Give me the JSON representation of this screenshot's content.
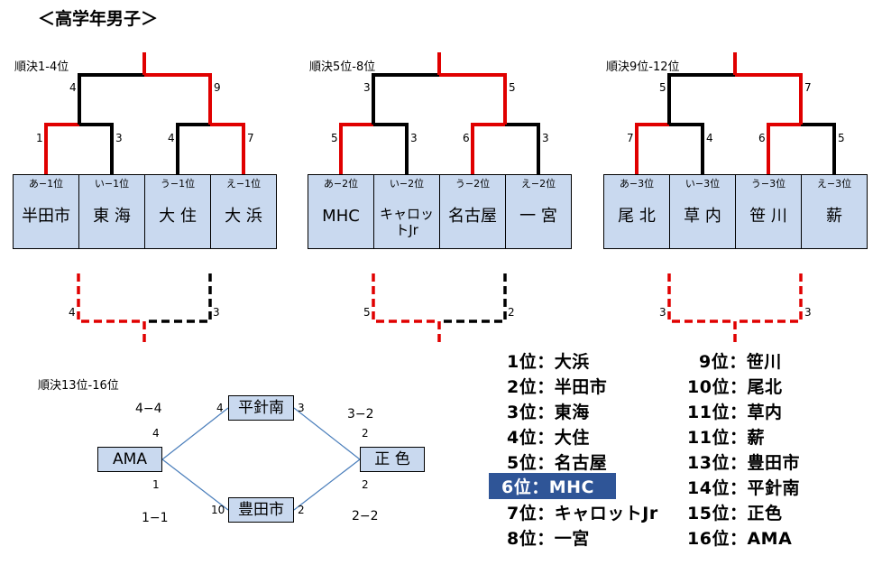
{
  "title": "＜高学年男子＞",
  "brackets": [
    {
      "label": "順決1-4位",
      "teams": [
        {
          "seed": "あ−1位",
          "name": "半田市"
        },
        {
          "seed": "い−1位",
          "name": "東 海"
        },
        {
          "seed": "う−1位",
          "name": "大 住"
        },
        {
          "seed": "え−1位",
          "name": "大 浜"
        }
      ],
      "scores": {
        "m1_left": "1",
        "m1_right": "3",
        "m2_left": "4",
        "m2_right": "7",
        "final_left": "4",
        "final_right": "9",
        "third_left": "4",
        "third_right": "3"
      }
    },
    {
      "label": "順決5位-8位",
      "teams": [
        {
          "seed": "あ−2位",
          "name": "MHC"
        },
        {
          "seed": "い−2位",
          "name": "キャロッ\nトJr"
        },
        {
          "seed": "う−2位",
          "name": "名古屋"
        },
        {
          "seed": "え−2位",
          "name": "一 宮"
        }
      ],
      "scores": {
        "m1_left": "5",
        "m1_right": "3",
        "m2_left": "6",
        "m2_right": "3",
        "final_left": "3",
        "final_right": "5",
        "third_left": "5",
        "third_right": "2"
      }
    },
    {
      "label": "順決9位-12位",
      "teams": [
        {
          "seed": "あ−3位",
          "name": "尾 北"
        },
        {
          "seed": "い−3位",
          "name": "草 内"
        },
        {
          "seed": "う−3位",
          "name": "笹 川"
        },
        {
          "seed": "え−3位",
          "name": "薪"
        }
      ],
      "scores": {
        "m1_left": "7",
        "m1_right": "4",
        "m2_left": "6",
        "m2_right": "5",
        "final_left": "5",
        "final_right": "7",
        "third_left": "3",
        "third_right": "3"
      }
    }
  ],
  "league": {
    "label": "順決13位-16位",
    "teams": {
      "ama": "AMA",
      "hirabari": "平針南",
      "toyota": "豊田市",
      "shoshiki": "正 色"
    },
    "scores": {
      "ama_hirabari": "4",
      "hirabari_ama": "4",
      "ama_hirabari_tb": "4−4",
      "hirabari_shoshiki": "3",
      "shoshiki_hirabari": "2",
      "hirabari_shoshiki_tb": "3−2",
      "ama_toyota": "1",
      "toyota_ama": "10",
      "ama_toyota_tb": "1−1",
      "toyota_shoshiki": "2",
      "shoshiki_toyota": "2",
      "toyota_shoshiki_tb": "2−2"
    }
  },
  "rankings_left": [
    {
      "rank": "1位",
      "team": "大浜"
    },
    {
      "rank": "2位",
      "team": "半田市"
    },
    {
      "rank": "3位",
      "team": "東海"
    },
    {
      "rank": "4位",
      "team": "大住"
    },
    {
      "rank": "5位",
      "team": "名古屋"
    },
    {
      "rank": "6位",
      "team": "MHC"
    },
    {
      "rank": "7位",
      "team": "キャロットJr"
    },
    {
      "rank": "8位",
      "team": "一宮"
    }
  ],
  "rankings_right": [
    {
      "rank": "9位",
      "team": "笹川"
    },
    {
      "rank": "10位",
      "team": "尾北"
    },
    {
      "rank": "11位",
      "team": "草内"
    },
    {
      "rank": "11位",
      "team": "薪"
    },
    {
      "rank": "13位",
      "team": "豊田市"
    },
    {
      "rank": "14位",
      "team": "平針南"
    },
    {
      "rank": "15位",
      "team": "正色"
    },
    {
      "rank": "16位",
      "team": "AMA"
    }
  ],
  "colors": {
    "win": "#e00000",
    "lose": "#000000",
    "box": "#c9d9ef",
    "highlight": "#2f5597",
    "league_line": "#4a7ebb"
  }
}
